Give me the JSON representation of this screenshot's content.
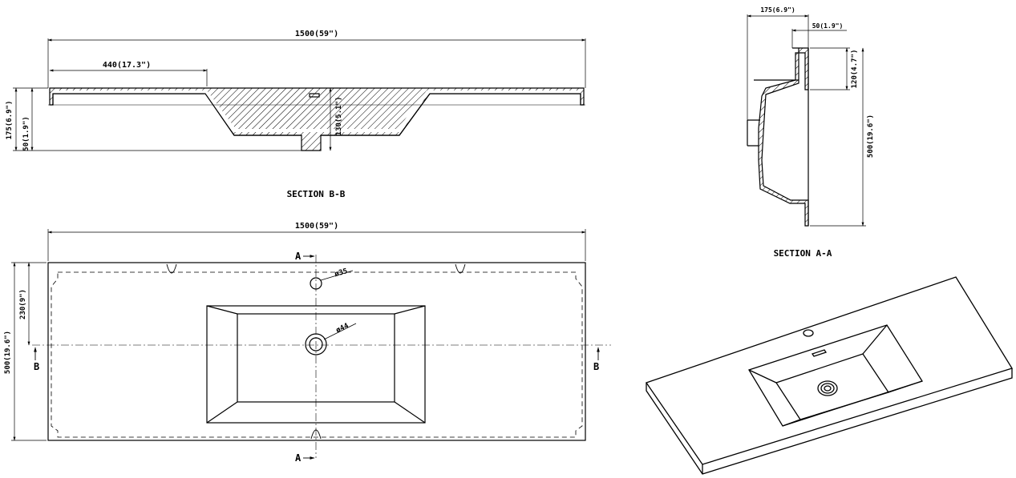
{
  "section_bb": {
    "title": "SECTION B-B",
    "overall_width": "1500(59\")",
    "ledge_width": "440(17.3\")",
    "total_height": "175(6.9\")",
    "rim_height": "50(1.9\")",
    "bowl_depth": "130(5.1\")"
  },
  "section_aa": {
    "title": "SECTION A-A",
    "total_height": "175(6.9\")",
    "rim_height": "50(1.9\")",
    "front_depth": "120(4.7\")",
    "overall_depth": "500(19.6\")"
  },
  "plan": {
    "overall_width": "1500(59\")",
    "overall_depth": "500(19.6\")",
    "center_offset": "230(9\")",
    "faucet_hole": "ø35",
    "drain_hole": "ø44",
    "marker_b": "B",
    "marker_a": "A"
  }
}
